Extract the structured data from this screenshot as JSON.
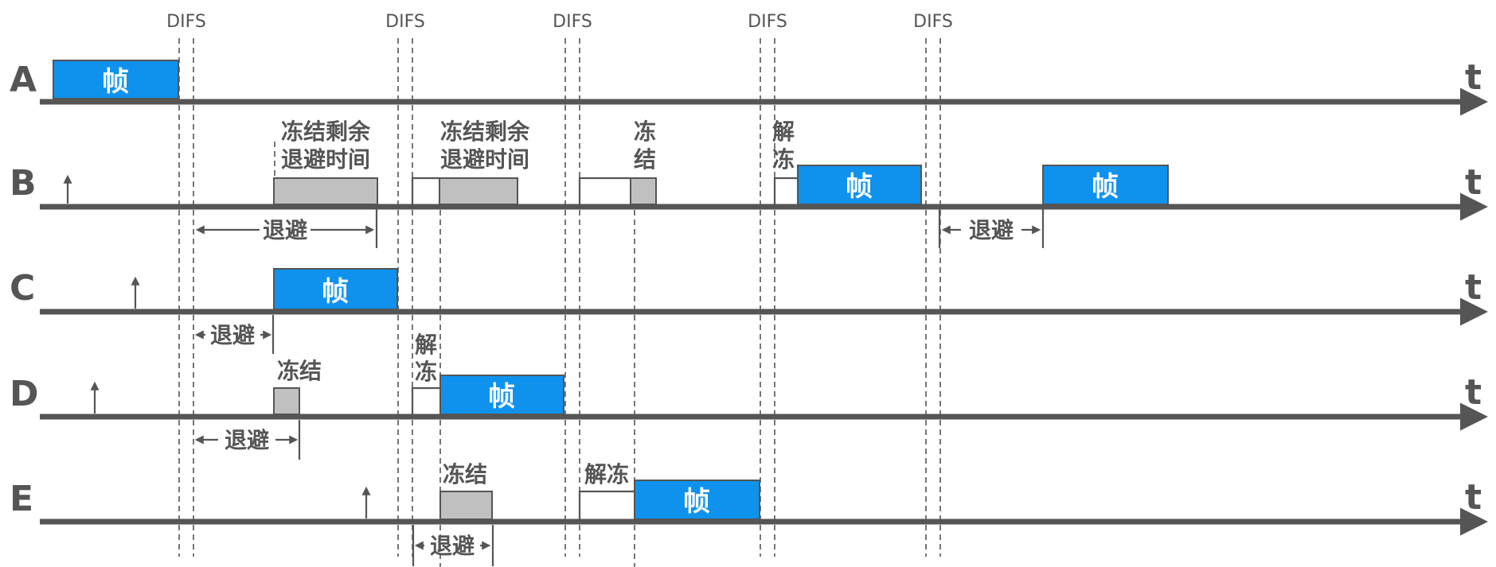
{
  "difs_label": "DIFS",
  "time_label": "t",
  "frame_label": "帧",
  "stations": [
    "A",
    "B",
    "C",
    "D",
    "E"
  ],
  "notes": {
    "b_freeze_remaining_1a": "冻结剩余",
    "b_freeze_remaining_1b": "退避时间",
    "b_freeze_remaining_2a": "冻结剩余",
    "b_freeze_remaining_2b": "退避时间",
    "b_freeze_a": "冻",
    "b_freeze_b": "结",
    "b_unfreeze_a": "解",
    "b_unfreeze_b": "冻",
    "d_freeze": "冻结",
    "d_unfreeze_a": "解",
    "d_unfreeze_b": "冻",
    "e_freeze": "冻结",
    "e_unfreeze": "解冻"
  },
  "backoff_label": "退避"
}
